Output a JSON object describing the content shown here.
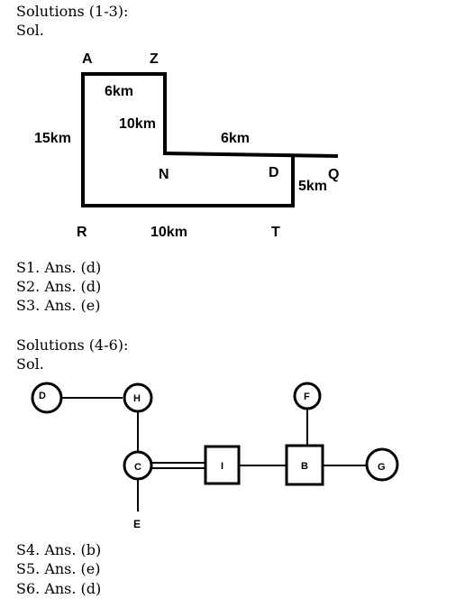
{
  "section1": {
    "heading": "Solutions (1-3):",
    "sol": "Sol.",
    "answers": [
      "S1. Ans. (d)",
      "S2. Ans. (d)",
      "S3. Ans. (e)"
    ]
  },
  "section2": {
    "heading": "Solutions (4-6):",
    "sol": "Sol.",
    "answers": [
      "S4. Ans. (b)",
      "S5. Ans. (e)",
      "S6. Ans. (d)"
    ]
  },
  "map": {
    "points": {
      "A": "A",
      "Z": "Z",
      "N": "N",
      "D": "D",
      "Q": "Q",
      "R": "R",
      "T": "T"
    },
    "distances": {
      "top": "6km",
      "zn": "10km",
      "left": "15km",
      "nd": "6km",
      "dt": "5km",
      "bottom": "10km"
    }
  },
  "family": {
    "nodes": {
      "D": "D",
      "H": "H",
      "C": "C",
      "I": "I",
      "B": "B",
      "F": "F",
      "G": "G",
      "E": "E"
    }
  }
}
